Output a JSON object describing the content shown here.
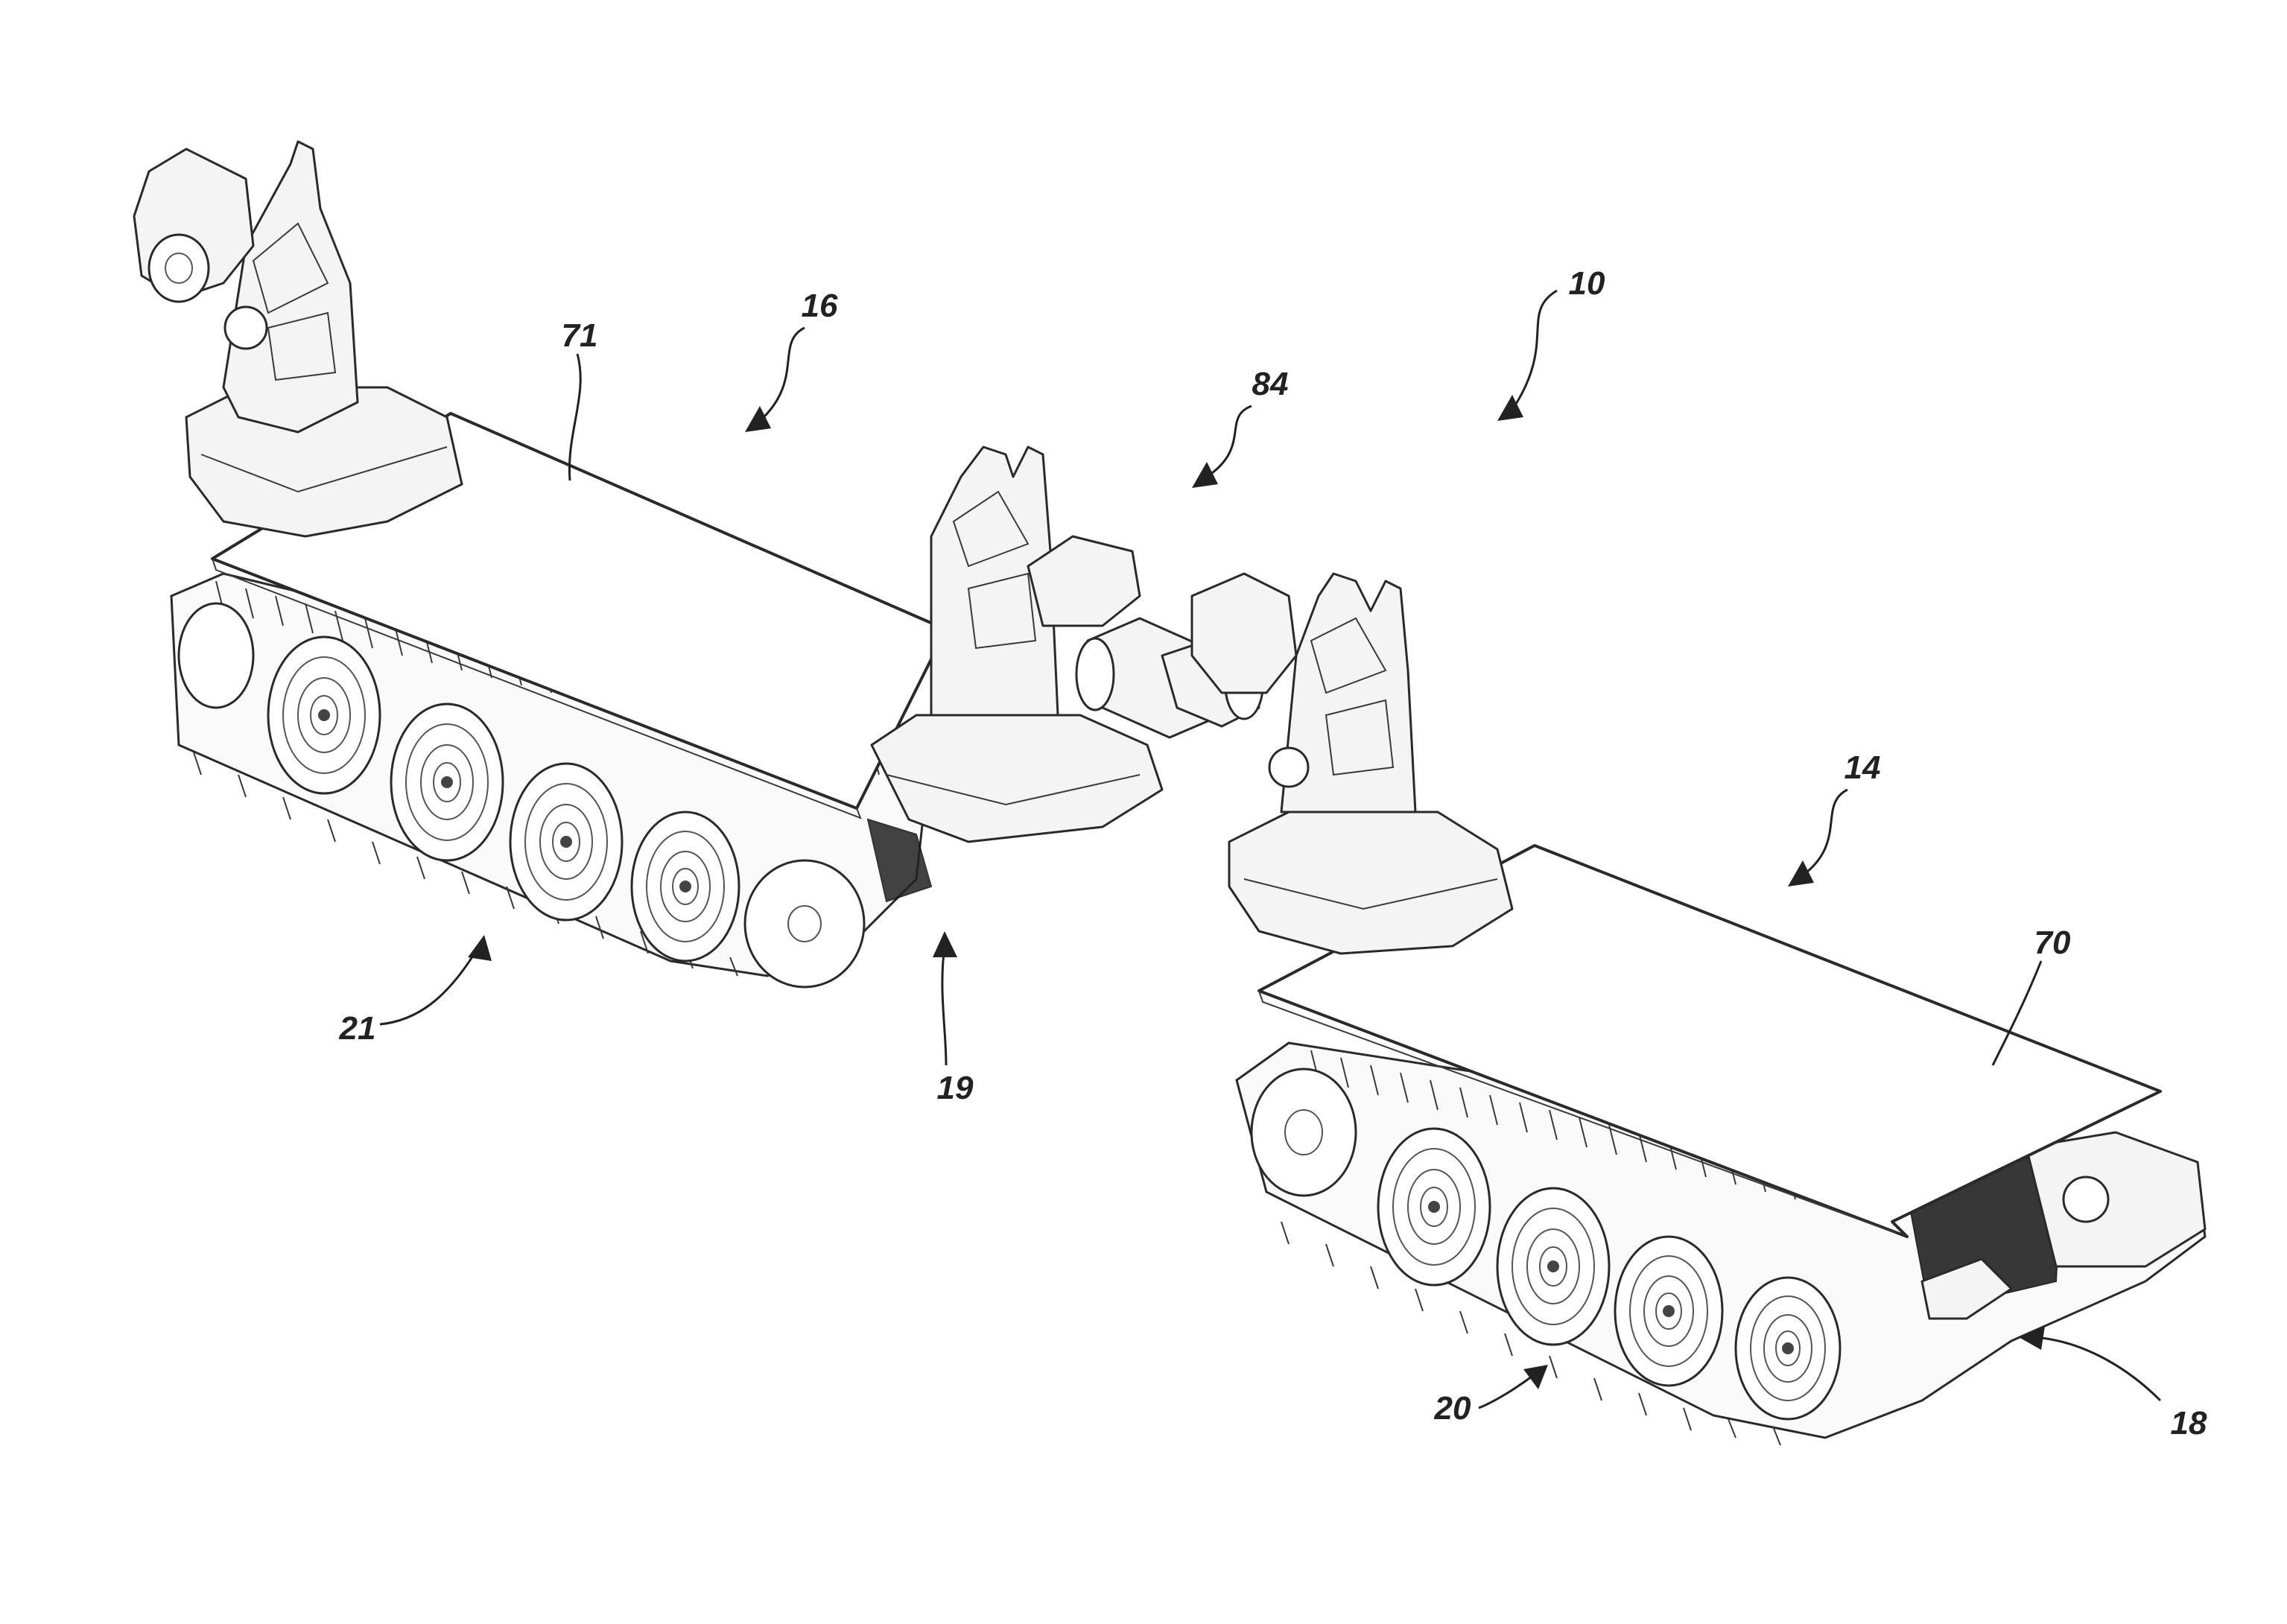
{
  "figure": {
    "reference_numerals": {
      "robot_system": "10",
      "module_right": "14",
      "module_left": "16",
      "end_right": "18",
      "end_left": "19",
      "track_right": "20",
      "track_left": "21",
      "plate_right": "70",
      "plate_left": "71",
      "coupling": "84"
    }
  }
}
